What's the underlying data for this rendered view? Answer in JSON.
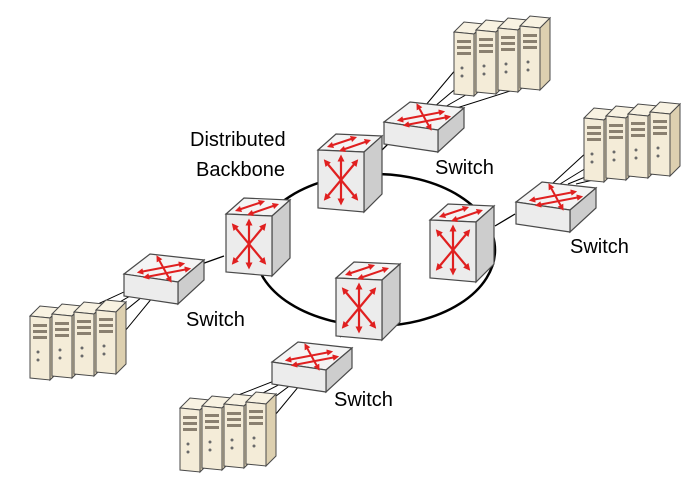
{
  "labels": {
    "backbone_line1": "Distributed",
    "backbone_line2": "Backbone",
    "switch_top_right": "Switch",
    "switch_right": "Switch",
    "switch_left": "Switch",
    "switch_bottom": "Switch"
  },
  "colors": {
    "device_face": "#f2f2f2",
    "device_side": "#cfcfcf",
    "device_outline": "#4a4a4a",
    "arrow": "#e02020",
    "server_face": "#f4ecd8",
    "server_side": "#ddd0b0",
    "link": "#000000"
  },
  "icons": {
    "backbone_router": "router-cube-icon",
    "access_switch": "switch-icon",
    "server": "server-tower-icon"
  }
}
